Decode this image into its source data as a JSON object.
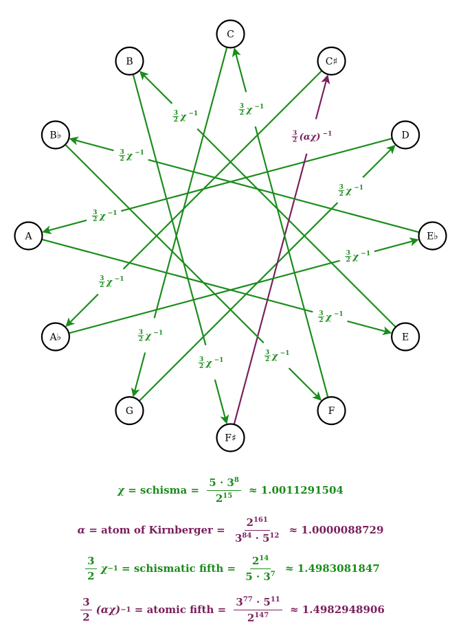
{
  "colors": {
    "green": "#1a8c1a",
    "purple": "#7a1f5a"
  },
  "nodes": [
    {
      "id": "C",
      "label": "C"
    },
    {
      "id": "Csharp",
      "label": "C♯"
    },
    {
      "id": "D",
      "label": "D"
    },
    {
      "id": "Eflat",
      "label": "E♭"
    },
    {
      "id": "E",
      "label": "E"
    },
    {
      "id": "F",
      "label": "F"
    },
    {
      "id": "Fsharp",
      "label": "F♯"
    },
    {
      "id": "G",
      "label": "G"
    },
    {
      "id": "Aflat",
      "label": "A♭"
    },
    {
      "id": "A",
      "label": "A"
    },
    {
      "id": "Bflat",
      "label": "B♭"
    },
    {
      "id": "B",
      "label": "B"
    }
  ],
  "edges": [
    {
      "from": "C",
      "to": "G",
      "type": "schismatic",
      "label": "3/2 χ⁻¹"
    },
    {
      "from": "G",
      "to": "D",
      "type": "schismatic",
      "label": "3/2 χ⁻¹"
    },
    {
      "from": "D",
      "to": "A",
      "type": "schismatic",
      "label": "3/2 χ⁻¹"
    },
    {
      "from": "A",
      "to": "E",
      "type": "schismatic",
      "label": "3/2 χ⁻¹"
    },
    {
      "from": "E",
      "to": "B",
      "type": "schismatic",
      "label": "3/2 χ⁻¹"
    },
    {
      "from": "B",
      "to": "Fsharp",
      "type": "schismatic",
      "label": "3/2 χ⁻¹"
    },
    {
      "from": "Fsharp",
      "to": "Csharp",
      "type": "atomic",
      "label": "3/2 (αχ)⁻¹"
    },
    {
      "from": "Aflat",
      "to": "Eflat",
      "type": "schismatic",
      "label": "3/2 χ⁻¹"
    },
    {
      "from": "Eflat",
      "to": "Bflat",
      "type": "schismatic",
      "label": "3/2 χ⁻¹"
    },
    {
      "from": "Bflat",
      "to": "F",
      "type": "schismatic",
      "label": "3/2 χ⁻¹"
    },
    {
      "from": "F",
      "to": "C",
      "type": "schismatic",
      "label": "3/2 χ⁻¹"
    },
    {
      "from": "Csharp",
      "to": "Aflat",
      "type": "schismatic",
      "label": "3/2 χ⁻¹"
    }
  ],
  "formulas": {
    "schisma": {
      "lhs": "χ",
      "name": " = schisma = ",
      "num_base": "5 · 3",
      "num_exp": "8",
      "den_base": "2",
      "den_exp": "15",
      "approx": " ≈ 1.0011291504"
    },
    "atom": {
      "lhs": "α",
      "name": " = atom of Kirnberger = ",
      "num_base": "2",
      "num_exp": "161",
      "den_a_base": "3",
      "den_a_exp": "84",
      "den_sep": " · ",
      "den_b_base": "5",
      "den_b_exp": "12",
      "approx": " ≈ 1.0000088729"
    },
    "schismatic_fifth": {
      "coef_num": "3",
      "coef_den": "2",
      "sym": "χ",
      "sym_exp": "−1",
      "name": " = schismatic fifth = ",
      "num_base": "2",
      "num_exp": "14",
      "den_base": "5 · 3",
      "den_exp": "7",
      "approx": " ≈ 1.4983081847"
    },
    "atomic_fifth": {
      "coef_num": "3",
      "coef_den": "2",
      "sym": "(αχ)",
      "sym_exp": "−1",
      "name": " = atomic fifth = ",
      "num_a_base": "3",
      "num_a_exp": "77",
      "num_sep": " · ",
      "num_b_base": "5",
      "num_b_exp": "11",
      "den_base": "2",
      "den_exp": "147",
      "approx": " ≈ 1.4982948906"
    }
  }
}
